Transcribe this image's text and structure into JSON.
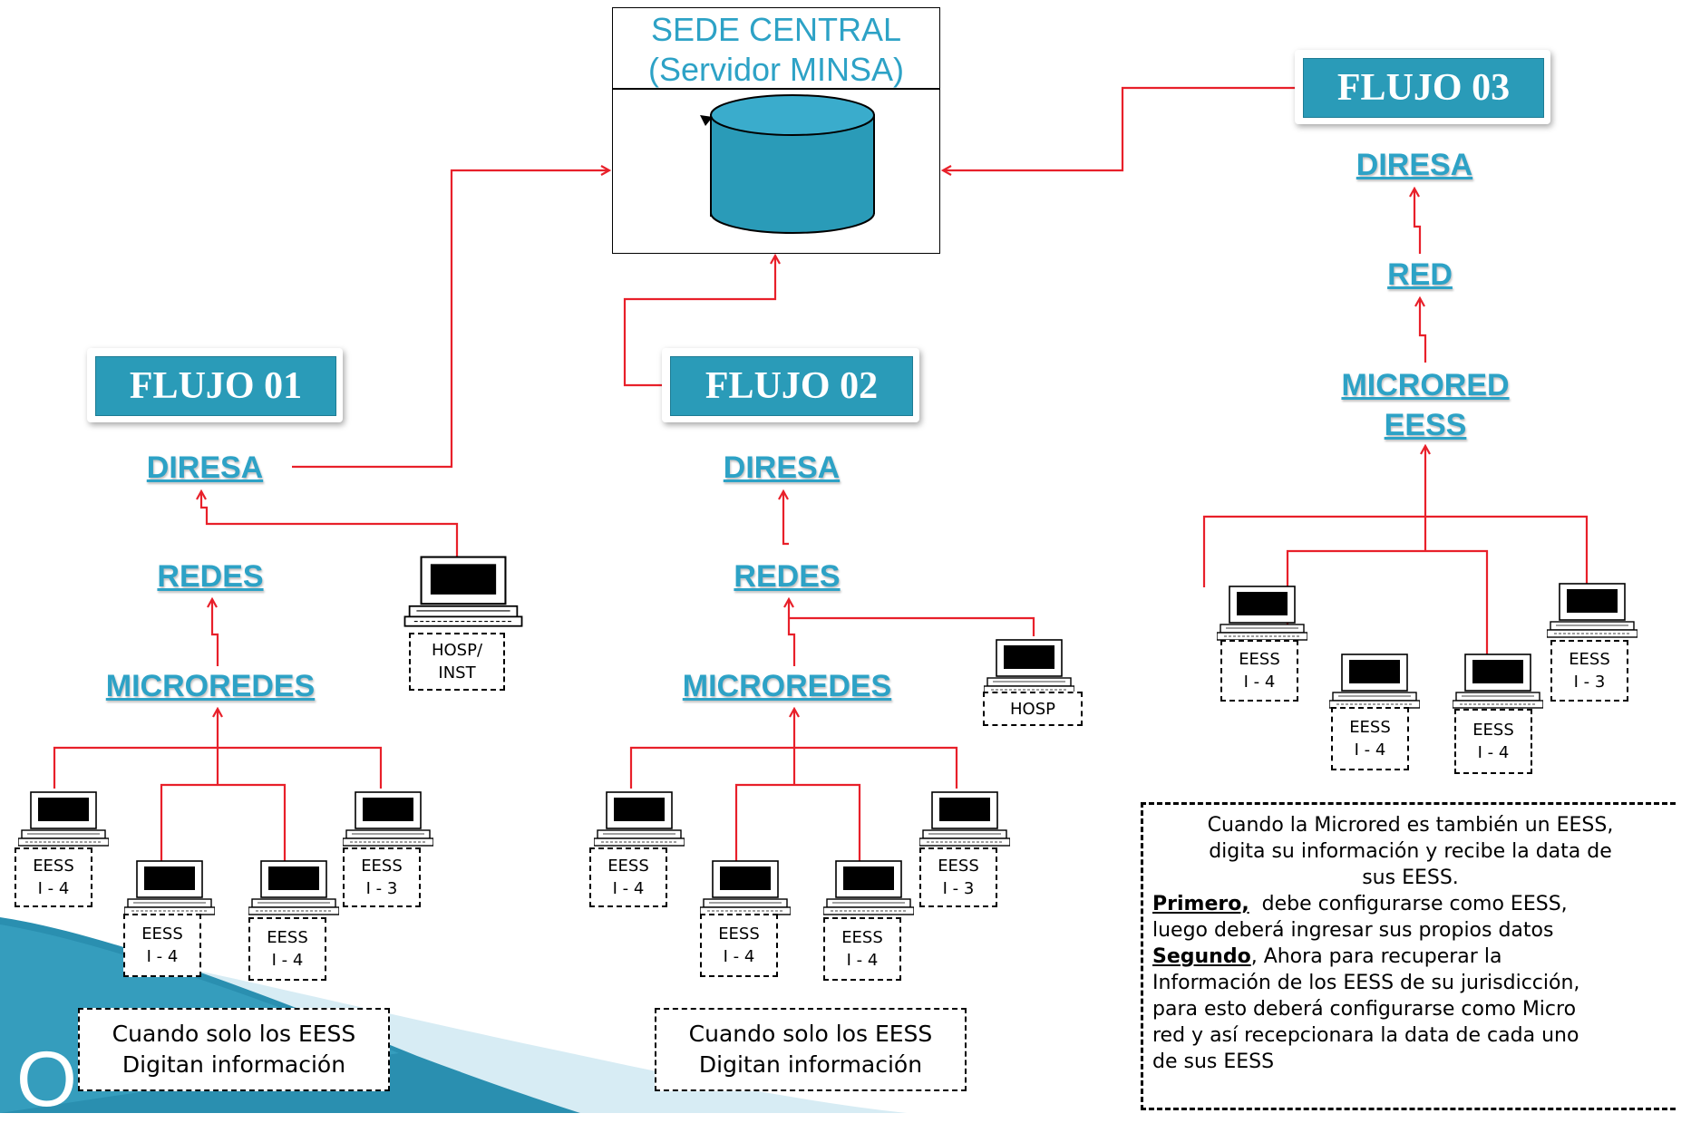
{
  "server": {
    "title_line1": "SEDE CENTRAL",
    "title_line2": "(Servidor MINSA)"
  },
  "flujo01": {
    "label": "FLUJO 01",
    "diresa": "DIRESA",
    "redes": "REDES",
    "microredes": "MICROREDES",
    "hosp_tag": [
      "HOSP/",
      "INST"
    ],
    "eess": [
      [
        "EESS",
        "I - 4"
      ],
      [
        "EESS",
        "I - 4"
      ],
      [
        "EESS",
        "I - 4"
      ],
      [
        "EESS",
        "I - 3"
      ]
    ],
    "note": [
      "Cuando solo los EESS",
      "Digitan información"
    ]
  },
  "flujo02": {
    "label": "FLUJO 02",
    "diresa": "DIRESA",
    "redes": "REDES",
    "microredes": "MICROREDES",
    "hosp_tag": "HOSP",
    "eess": [
      [
        "EESS",
        "I - 4"
      ],
      [
        "EESS",
        "I - 4"
      ],
      [
        "EESS",
        "I - 4"
      ],
      [
        "EESS",
        "I - 3"
      ]
    ],
    "note": [
      "Cuando solo los EESS",
      "Digitan información"
    ]
  },
  "flujo03": {
    "label": "FLUJO 03",
    "diresa": "DIRESA",
    "red": "RED",
    "microred_line1": "MICRORED",
    "microred_line2": "EESS",
    "eess": [
      [
        "EESS",
        "I - 4"
      ],
      [
        "EESS",
        "I - 4"
      ],
      [
        "EESS",
        "I - 4"
      ],
      [
        "EESS",
        "I - 3"
      ]
    ]
  },
  "flujo03_note": {
    "intro": [
      "Cuando la Microred es también un EESS,",
      "digita su información y recibe la data de",
      "sus EESS."
    ],
    "primero_label": "Primero,",
    "primero_text1": "  debe configurarse como EESS,",
    "primero_text2": "luego deberá ingresar sus propios datos",
    "segundo_label": "Segundo",
    "segundo_text1": ", Ahora para recuperar la",
    "segundo_text2": "Información de los EESS de su jurisdicción,",
    "segundo_text3": "para esto deberá configurarse como Micro",
    "segundo_text4": "red y así recepcionara la data de cada uno",
    "segundo_text5": "de sus EESS"
  },
  "corner_letter": "O",
  "colors": {
    "connector": "#e8202a",
    "accent": "#2a9bb8",
    "level_text": "#2da2c6",
    "server_fill": "#2a9bb8"
  },
  "icons": [
    "database-icon",
    "computer-icon"
  ]
}
